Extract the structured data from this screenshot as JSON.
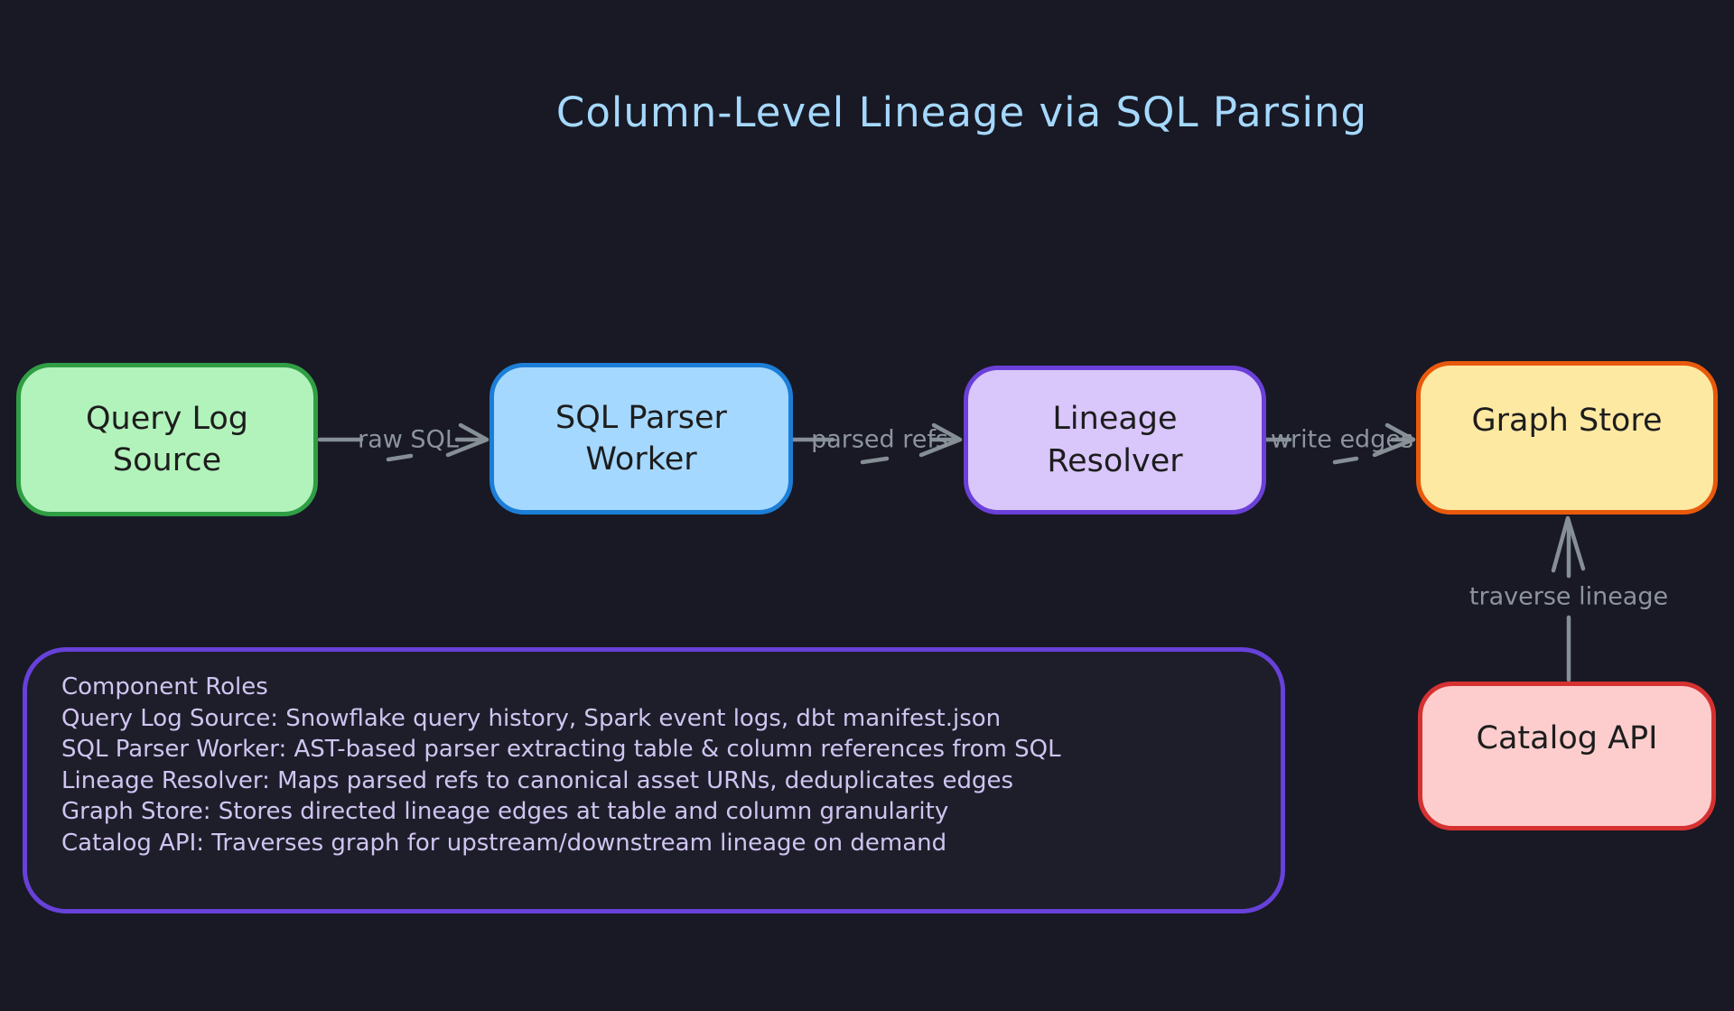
{
  "title": "Column-Level Lineage via SQL Parsing",
  "nodes": {
    "query_log_source": {
      "lines": [
        "Query Log",
        "Source"
      ],
      "fill": "#b2f2bb",
      "stroke": "#2f9e44"
    },
    "sql_parser_worker": {
      "lines": [
        "SQL Parser",
        "Worker"
      ],
      "fill": "#a5d8ff",
      "stroke": "#1c7ed6"
    },
    "lineage_resolver": {
      "lines": [
        "Lineage",
        "Resolver"
      ],
      "fill": "#d9c6fb",
      "stroke": "#6b40d8"
    },
    "graph_store": {
      "lines": [
        "Graph Store"
      ],
      "fill": "#fde9a2",
      "stroke": "#e8590c"
    },
    "catalog_api": {
      "lines": [
        "Catalog API"
      ],
      "fill": "#fdcdcd",
      "stroke": "#d63131"
    }
  },
  "edges": {
    "raw_sql": {
      "label": "raw SQL",
      "from": "query_log_source",
      "to": "sql_parser_worker"
    },
    "parsed_refs": {
      "label": "parsed refs",
      "from": "sql_parser_worker",
      "to": "lineage_resolver"
    },
    "write_edges": {
      "label": "write edges",
      "from": "lineage_resolver",
      "to": "graph_store"
    },
    "traverse_lineage": {
      "label": "traverse lineage",
      "from": "catalog_api",
      "to": "graph_store"
    }
  },
  "notes": {
    "heading": "Component Roles",
    "lines": [
      "Query Log Source: Snowflake query history, Spark event logs, dbt manifest.json",
      "SQL Parser Worker: AST-based parser extracting table & column references from SQL",
      "Lineage Resolver: Maps parsed refs to canonical asset URNs, deduplicates edges",
      "Graph Store: Stores directed lineage edges at table and column granularity",
      "Catalog API: Traverses graph for upstream/downstream lineage on demand"
    ]
  },
  "colors": {
    "background": "#181924",
    "title_text": "#a5d8ff",
    "arrow": "#868e96",
    "edge_label_text": "#8d949c",
    "notes_text": "#cfc5f0",
    "notes_border": "#6741d9",
    "node_text": "#1d1d1d"
  }
}
